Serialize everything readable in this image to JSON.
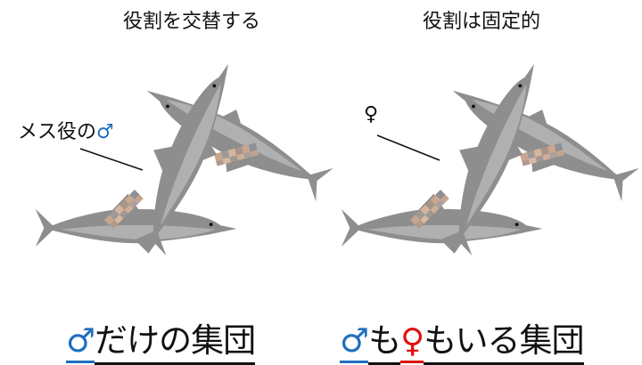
{
  "left_panel": {
    "title": "役割を交替する",
    "label_text": "メス役の",
    "label_symbol": "♂",
    "caption": {
      "symbol": "♂",
      "text": "だけの集団"
    }
  },
  "right_panel": {
    "title": "役割は固定的",
    "label_symbol": "♀",
    "caption": {
      "male_symbol": "♂",
      "text1": "も",
      "female_symbol": "♀",
      "text2": "もいる集団"
    }
  },
  "colors": {
    "male": "#1f6fbf",
    "female": "#e01010",
    "dolphin": "#8e8e8e",
    "belly": "#b4b4b4"
  }
}
